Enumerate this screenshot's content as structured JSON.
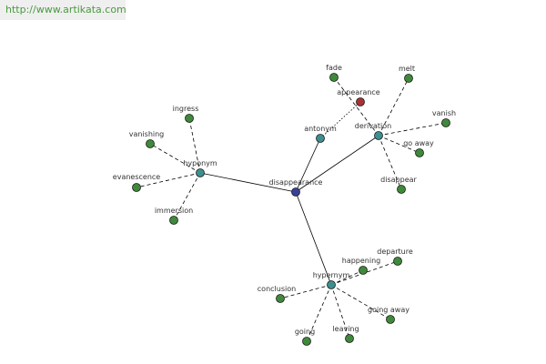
{
  "watermark": "http://www.artikata.com",
  "colors": {
    "center": "#3a3f9a",
    "relation": "#3d8f8f",
    "leaf": "#3f8a3a",
    "antonym_target": "#a83232",
    "edge": "#000000",
    "label": "#333333"
  },
  "nodes": [
    {
      "id": "disappearance",
      "label": "disappearance",
      "kind": "center"
    },
    {
      "id": "hyponym",
      "label": "hyponym",
      "kind": "relation"
    },
    {
      "id": "antonym",
      "label": "antonym",
      "kind": "relation"
    },
    {
      "id": "derivation",
      "label": "derivation",
      "kind": "relation"
    },
    {
      "id": "hypernym",
      "label": "hypernym",
      "kind": "relation"
    },
    {
      "id": "ingress",
      "label": "ingress",
      "kind": "leaf"
    },
    {
      "id": "vanishing",
      "label": "vanishing",
      "kind": "leaf"
    },
    {
      "id": "evanescence",
      "label": "evanescence",
      "kind": "leaf"
    },
    {
      "id": "immersion",
      "label": "immersion",
      "kind": "leaf"
    },
    {
      "id": "appearance",
      "label": "appearance",
      "kind": "antonym_target"
    },
    {
      "id": "fade",
      "label": "fade",
      "kind": "leaf"
    },
    {
      "id": "melt",
      "label": "melt",
      "kind": "leaf"
    },
    {
      "id": "vanish",
      "label": "vanish",
      "kind": "leaf"
    },
    {
      "id": "go_away",
      "label": "go away",
      "kind": "leaf"
    },
    {
      "id": "disappear",
      "label": "disappear",
      "kind": "leaf"
    },
    {
      "id": "departure",
      "label": "departure",
      "kind": "leaf"
    },
    {
      "id": "happening",
      "label": "happening",
      "kind": "leaf"
    },
    {
      "id": "conclusion",
      "label": "conclusion",
      "kind": "leaf"
    },
    {
      "id": "going_away",
      "label": "going away",
      "kind": "leaf"
    },
    {
      "id": "leaving",
      "label": "leaving",
      "kind": "leaf"
    },
    {
      "id": "going",
      "label": "going",
      "kind": "leaf"
    }
  ],
  "edges": [
    {
      "from": "disappearance",
      "to": "hyponym",
      "style": "solid"
    },
    {
      "from": "disappearance",
      "to": "antonym",
      "style": "solid"
    },
    {
      "from": "disappearance",
      "to": "derivation",
      "style": "solid"
    },
    {
      "from": "disappearance",
      "to": "hypernym",
      "style": "solid"
    },
    {
      "from": "hyponym",
      "to": "ingress",
      "style": "dashed"
    },
    {
      "from": "hyponym",
      "to": "vanishing",
      "style": "dashed"
    },
    {
      "from": "hyponym",
      "to": "evanescence",
      "style": "dashed"
    },
    {
      "from": "hyponym",
      "to": "immersion",
      "style": "dashed"
    },
    {
      "from": "antonym",
      "to": "appearance",
      "style": "dotted"
    },
    {
      "from": "derivation",
      "to": "fade",
      "style": "dashed"
    },
    {
      "from": "derivation",
      "to": "melt",
      "style": "dashed"
    },
    {
      "from": "derivation",
      "to": "vanish",
      "style": "dashed"
    },
    {
      "from": "derivation",
      "to": "go_away",
      "style": "dashed"
    },
    {
      "from": "derivation",
      "to": "disappear",
      "style": "dashed"
    },
    {
      "from": "hypernym",
      "to": "departure",
      "style": "dashed"
    },
    {
      "from": "hypernym",
      "to": "happening",
      "style": "dashed"
    },
    {
      "from": "hypernym",
      "to": "conclusion",
      "style": "dashed"
    },
    {
      "from": "hypernym",
      "to": "going_away",
      "style": "dashed"
    },
    {
      "from": "hypernym",
      "to": "leaving",
      "style": "dashed"
    },
    {
      "from": "hypernym",
      "to": "going",
      "style": "dashed"
    }
  ]
}
